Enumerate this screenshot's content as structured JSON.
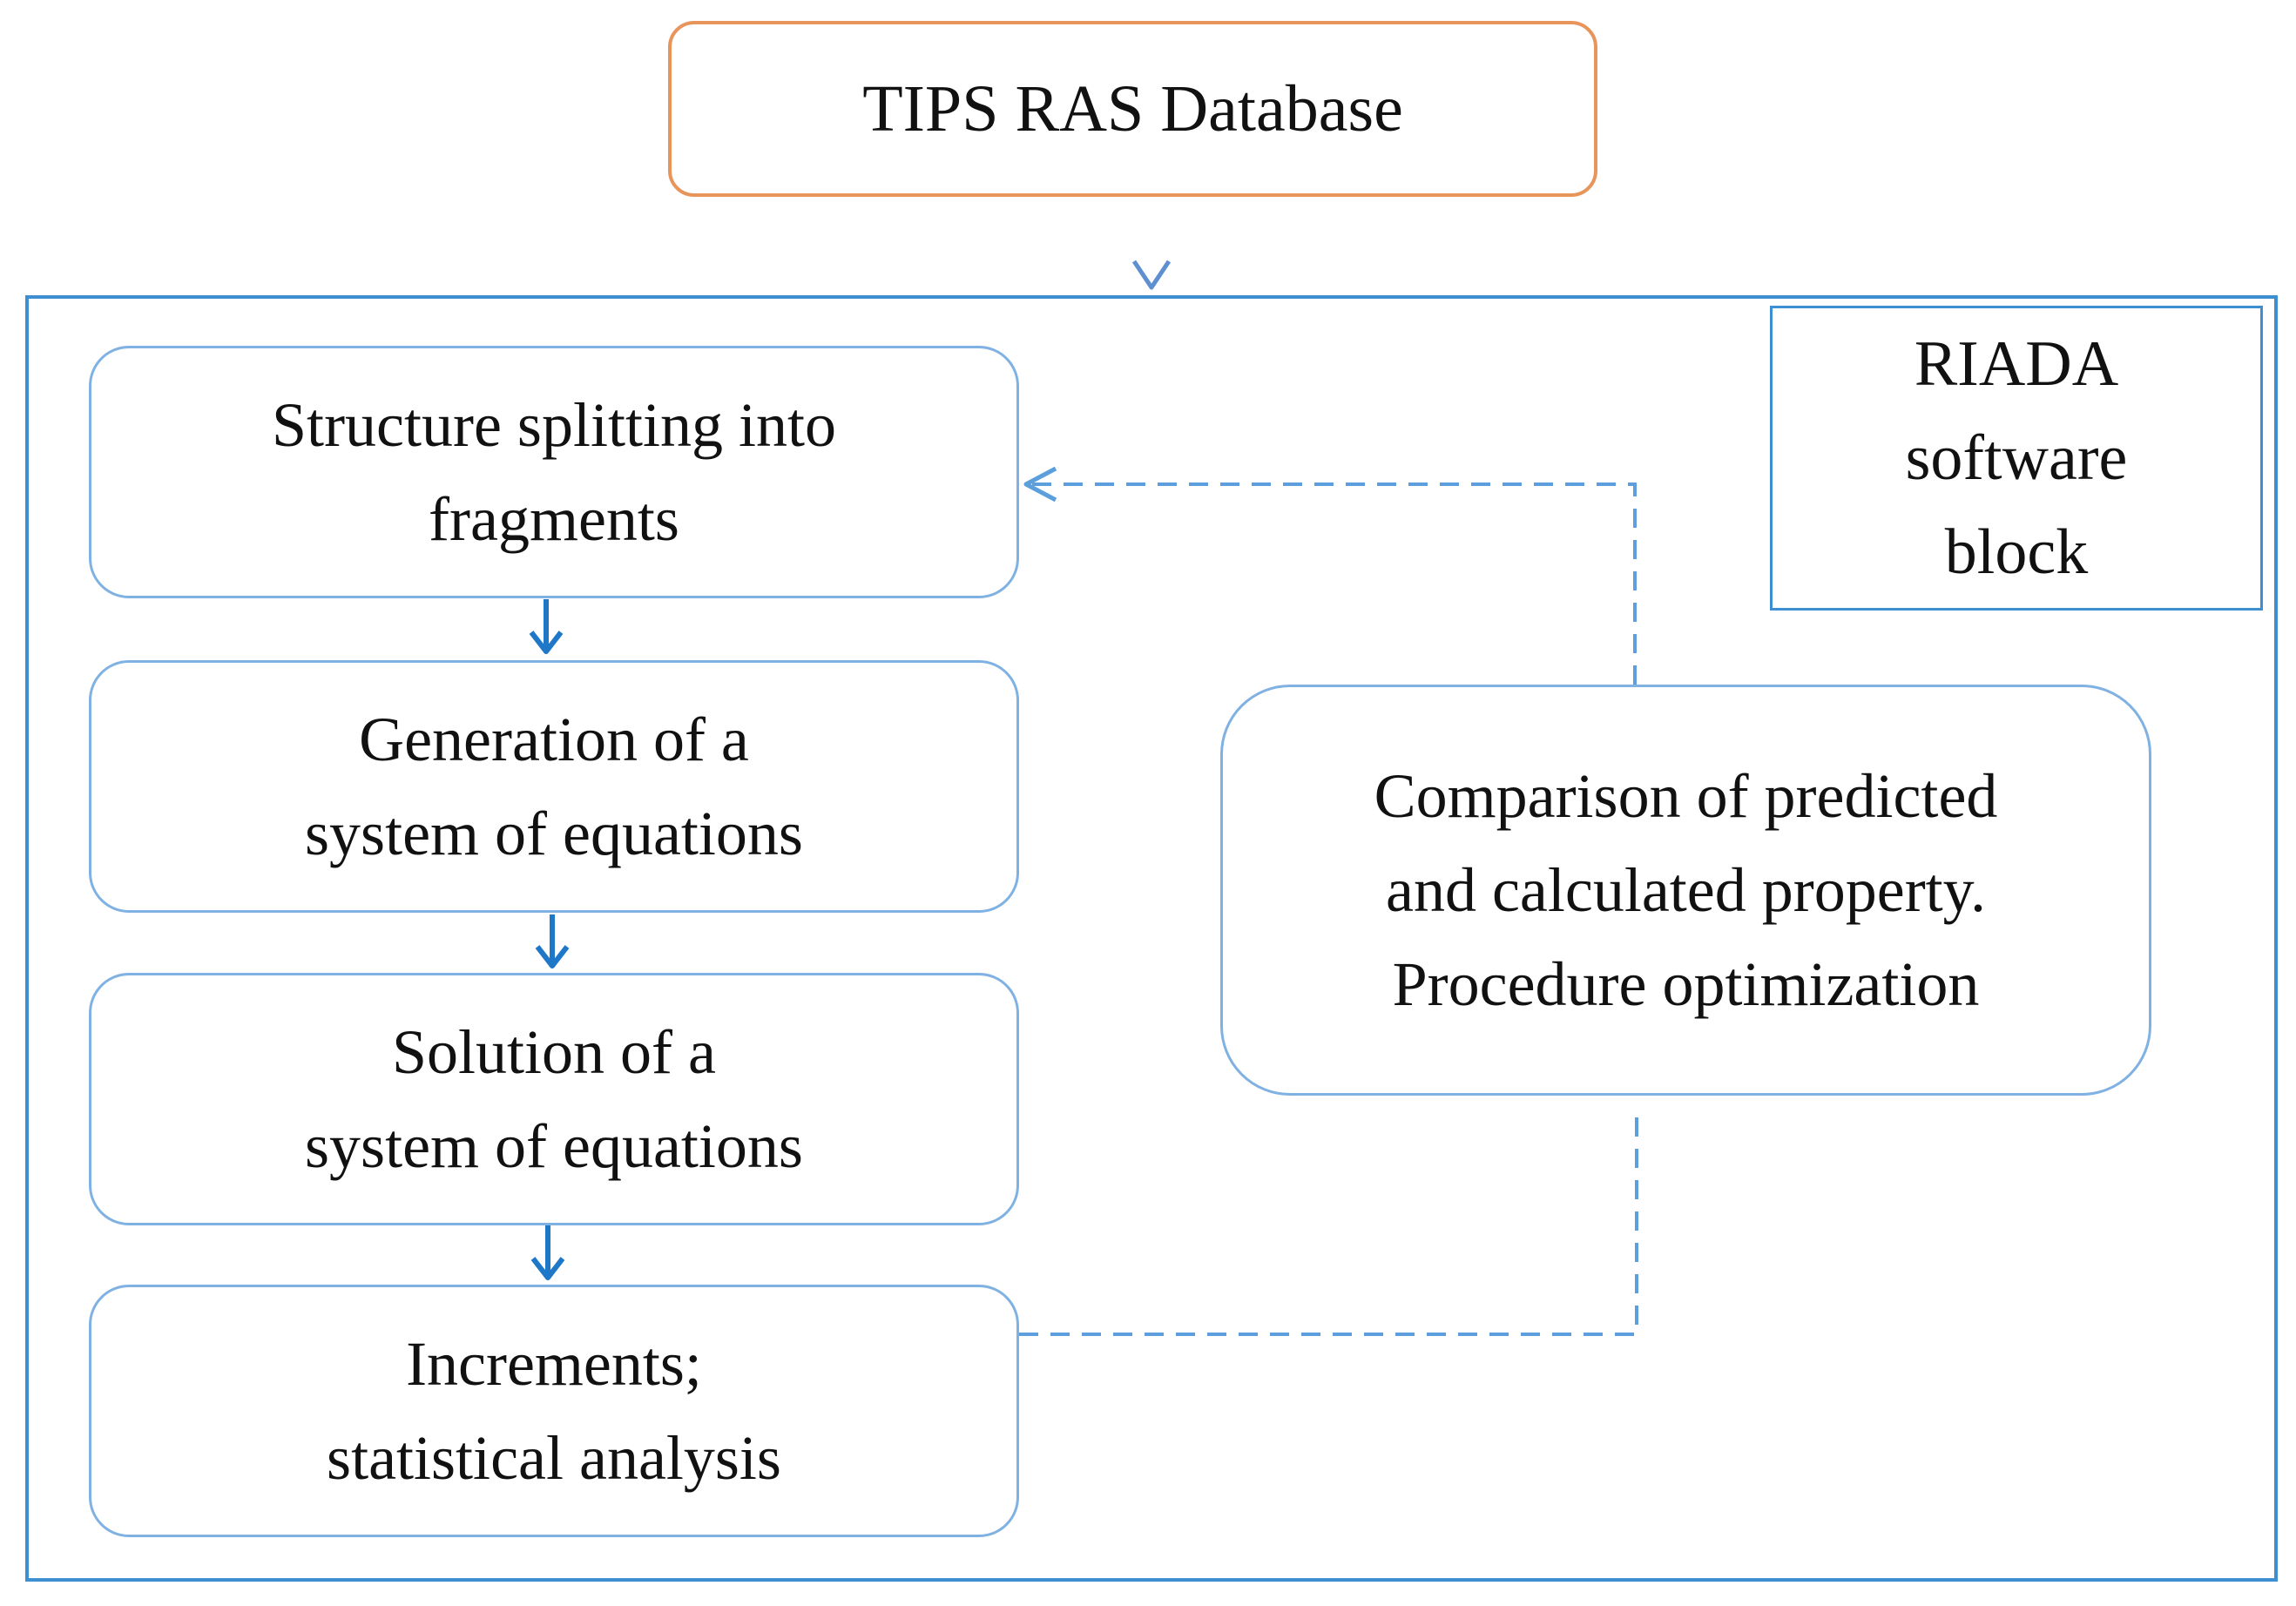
{
  "database": {
    "label": "TIPS RAS Database"
  },
  "software_block": {
    "lines": [
      "RIADA",
      "software",
      "block"
    ]
  },
  "steps": [
    {
      "lines": [
        "Structure splitting into",
        "fragments"
      ]
    },
    {
      "lines": [
        "Generation of a",
        "system of equations"
      ]
    },
    {
      "lines": [
        "Solution of a",
        "system of equations"
      ]
    },
    {
      "lines": [
        "Increments;",
        "statistical analysis"
      ]
    }
  ],
  "comparison": {
    "lines": [
      "Comparison of predicted",
      "and calculated property.",
      "Procedure optimization"
    ]
  },
  "colors": {
    "database_border": "#E8955C",
    "frame_border": "#3D8FD1",
    "box_border": "#7FB1E3",
    "arrow": "#1F77C8",
    "feedback_dashed": "#5C9FDC"
  }
}
